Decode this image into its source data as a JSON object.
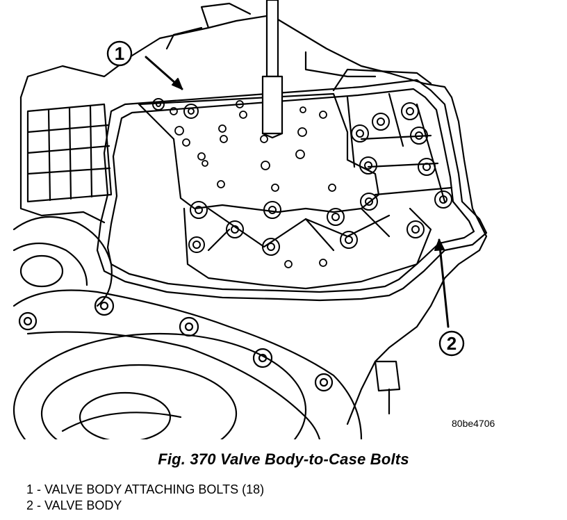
{
  "figure": {
    "callouts": [
      {
        "number": "1"
      },
      {
        "number": "2"
      }
    ],
    "image_code": "80be4706",
    "caption": "Fig. 370 Valve Body-to-Case Bolts"
  },
  "legend": {
    "items": [
      "1 - VALVE BODY ATTACHING BOLTS (18)",
      "2 - VALVE BODY"
    ]
  }
}
